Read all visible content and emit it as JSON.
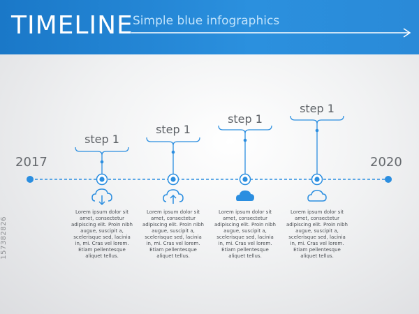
{
  "header": {
    "title": "TIMELINE",
    "subtitle": "Simple blue infographics",
    "colors": {
      "band": "#1f82d2",
      "arrow": "#ffffff"
    }
  },
  "timeline": {
    "start_year": "2017",
    "end_year": "2020",
    "line_color": "#2b8ee0",
    "steps": [
      {
        "label": "step 1",
        "icon": "cloud-download-icon",
        "text": [
          "Lorem ipsum dolor sit",
          "amet, consectetur",
          "adipiscing elit. Proin nibh",
          "augue, suscipit a,",
          "scelerisque sed, lacinia",
          "in, mi. Cras vel lorem.",
          "Etiam pellentesque",
          "aliquet tellus."
        ]
      },
      {
        "label": "step 1",
        "icon": "cloud-upload-icon",
        "text": [
          "Lorem ipsum dolor sit",
          "amet, consectetur",
          "adipiscing elit. Proin nibh",
          "augue, suscipit a,",
          "scelerisque sed, lacinia",
          "in, mi. Cras vel lorem.",
          "Etiam pellentesque",
          "aliquet tellus."
        ]
      },
      {
        "label": "step 1",
        "icon": "cloud-filled-icon",
        "text": [
          "Lorem ipsum dolor sit",
          "amet, consectetur",
          "adipiscing elit. Proin nibh",
          "augue, suscipit a,",
          "scelerisque sed, lacinia",
          "in, mi. Cras vel lorem.",
          "Etiam pellentesque",
          "aliquet tellus."
        ]
      },
      {
        "label": "step 1",
        "icon": "cloud-outline-icon",
        "text": [
          "Lorem ipsum dolor sit",
          "amet, consectetur",
          "adipiscing elit. Proin nibh",
          "augue, suscipit a,",
          "scelerisque sed, lacinia",
          "in, mi. Cras vel lorem.",
          "Etiam pellentesque",
          "aliquet tellus."
        ]
      }
    ]
  },
  "side_id": "157382826"
}
